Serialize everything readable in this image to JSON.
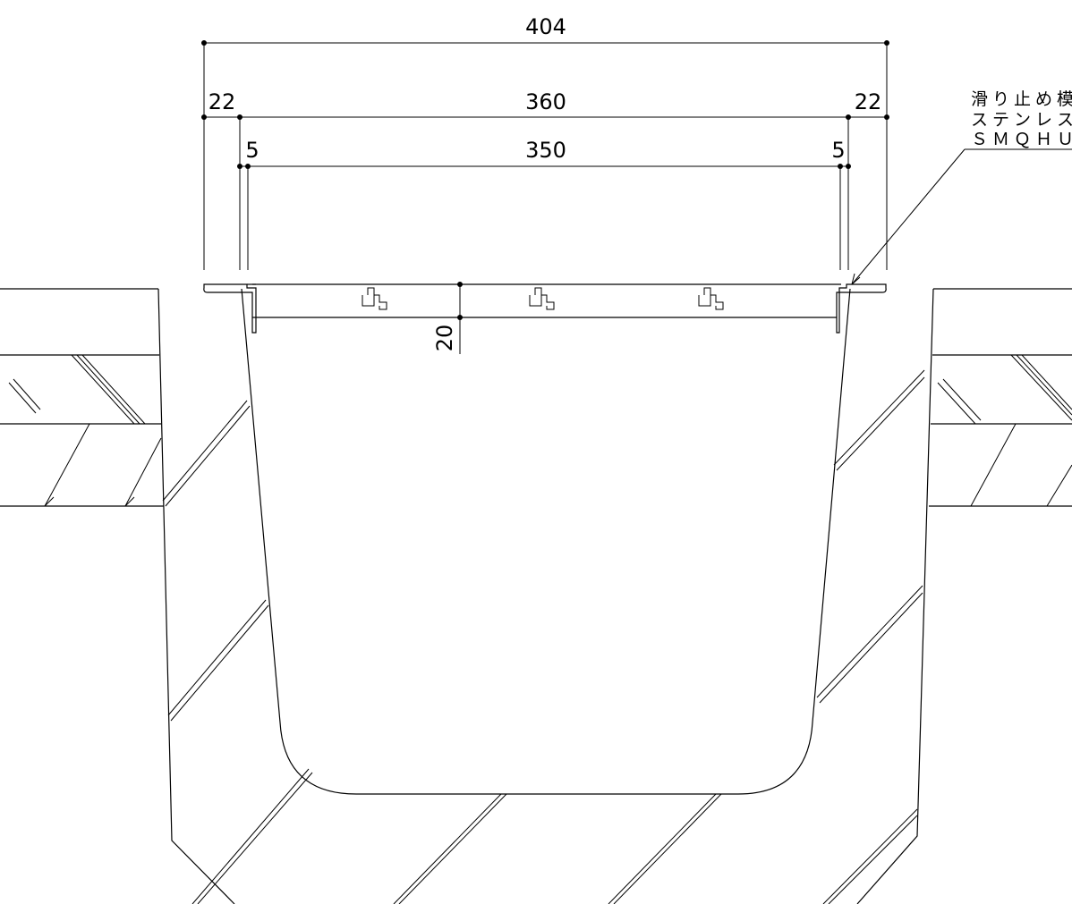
{
  "dimensions": {
    "overall_width": "404",
    "left_flange": "22",
    "inner_width": "360",
    "right_flange": "22",
    "left_gap": "5",
    "clear_width": "350",
    "right_gap": "5",
    "cover_depth": "20"
  },
  "note": {
    "line1": "滑り止め模",
    "line2": "ステンレス",
    "line3": "ＳＭＱＨＵ"
  }
}
